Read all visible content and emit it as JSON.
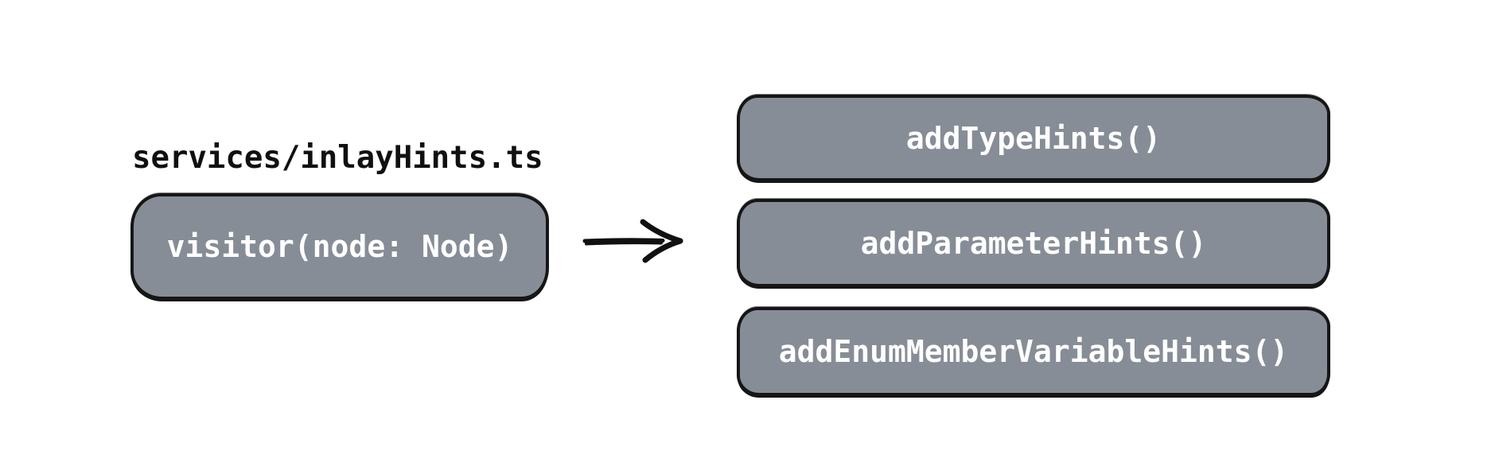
{
  "diagram": {
    "title_hint": "inlay hints visitor flow",
    "source": {
      "file_label": "services/inlayHints.ts",
      "node_label": "visitor(node: Node)"
    },
    "arrow": {
      "icon": "right-arrow-icon",
      "direction": "right"
    },
    "targets": [
      {
        "label": "addTypeHints()"
      },
      {
        "label": "addParameterHints()"
      },
      {
        "label": "addEnumMemberVariableHints()"
      }
    ],
    "colors": {
      "background": "#ffffff",
      "box_fill": "#878d96",
      "box_border": "#161616",
      "box_text": "#ffffff",
      "label_text": "#101010"
    }
  }
}
